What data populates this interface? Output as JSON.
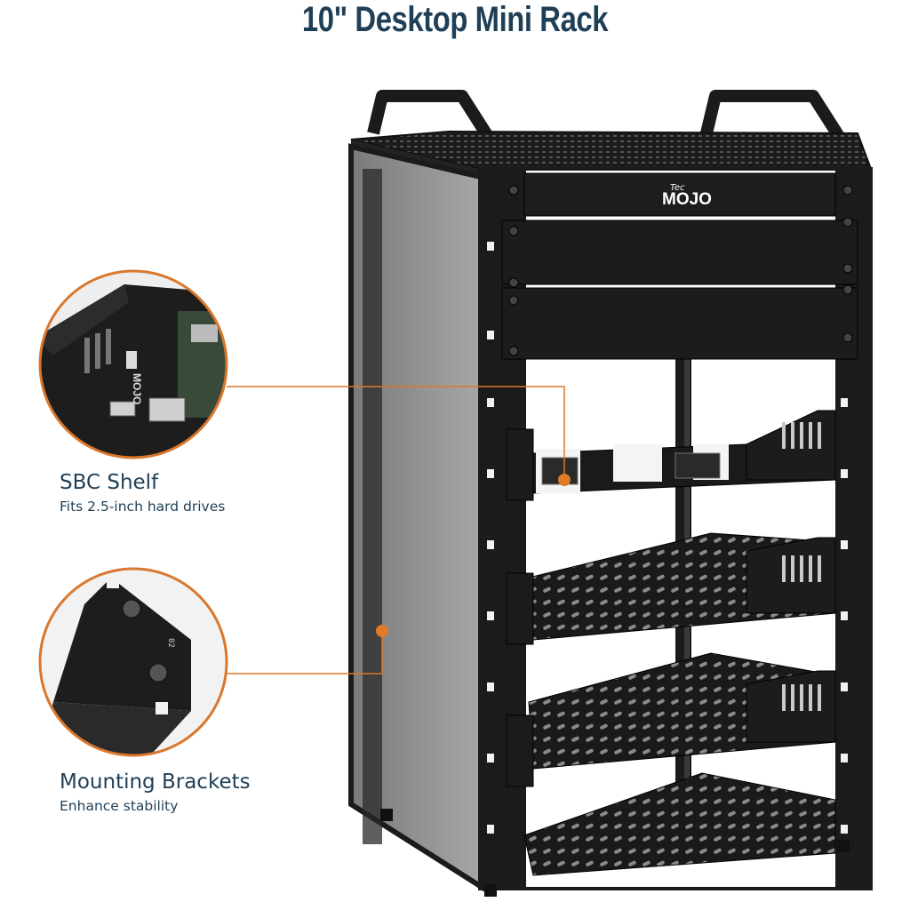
{
  "title": "10\" Desktop Mini Rack",
  "callouts": [
    {
      "title": "SBC Shelf",
      "subtitle": "Fits 2.5-inch hard drives"
    },
    {
      "title": "Mounting Brackets",
      "subtitle": "Enhance stability"
    }
  ],
  "brand": {
    "small": "Tec",
    "large": "MOJO"
  },
  "colors": {
    "accent": "#d9782d",
    "text": "#1f3f57",
    "rack": "#1b1b1b"
  }
}
